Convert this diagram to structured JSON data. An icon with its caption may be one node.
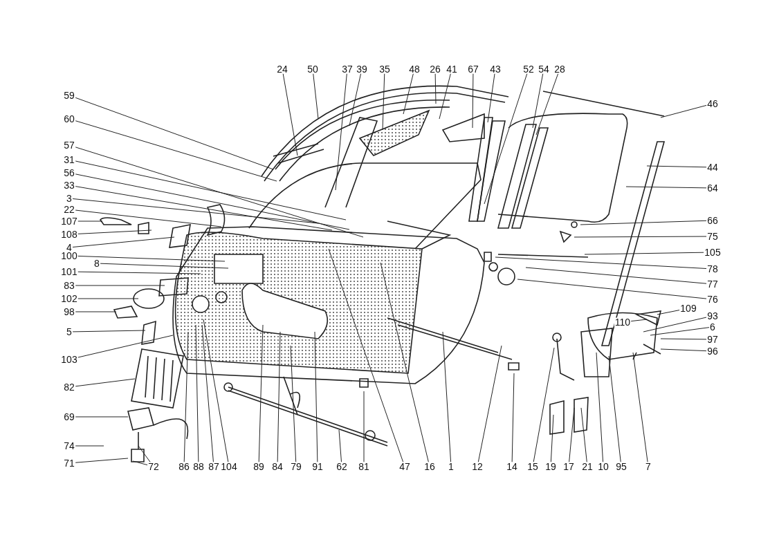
{
  "diagram": {
    "nodes": [
      {
        "text": [
          "24"
        ]
      },
      {
        "text": [
          "50"
        ]
      },
      {
        "text": [
          "37"
        ]
      },
      {
        "text": [
          "39"
        ]
      },
      {
        "text": [
          "35"
        ]
      },
      {
        "text": [
          "48"
        ]
      },
      {
        "text": [
          "26"
        ]
      },
      {
        "text": [
          "41"
        ]
      },
      {
        "text": [
          "67"
        ]
      },
      {
        "text": [
          "43"
        ]
      },
      {
        "text": [
          "52"
        ]
      },
      {
        "text": [
          "54"
        ]
      },
      {
        "text": [
          "28"
        ]
      },
      {
        "text": [
          "46"
        ]
      },
      {
        "text": [
          "59"
        ]
      },
      {
        "text": [
          "60"
        ]
      },
      {
        "text": [
          "57"
        ]
      },
      {
        "text": [
          "31"
        ]
      },
      {
        "text": [
          "56"
        ]
      },
      {
        "text": [
          "33"
        ]
      },
      {
        "text": [
          "3"
        ]
      },
      {
        "text": [
          "22"
        ]
      },
      {
        "text": [
          "107"
        ]
      },
      {
        "text": [
          "108"
        ]
      },
      {
        "text": [
          "4"
        ]
      },
      {
        "text": [
          "100"
        ]
      },
      {
        "text": [
          "8"
        ]
      },
      {
        "text": [
          "101"
        ]
      },
      {
        "text": [
          "83"
        ]
      },
      {
        "text": [
          "102"
        ]
      },
      {
        "text": [
          "98"
        ]
      },
      {
        "text": [
          "5"
        ]
      },
      {
        "text": [
          "103"
        ]
      },
      {
        "text": [
          "82"
        ]
      },
      {
        "text": [
          "69"
        ]
      },
      {
        "text": [
          "74"
        ]
      },
      {
        "text": [
          "71"
        ]
      },
      {
        "text": [
          "72"
        ]
      },
      {
        "text": [
          "86"
        ]
      },
      {
        "text": [
          "88"
        ]
      },
      {
        "text": [
          "87"
        ]
      },
      {
        "text": [
          "104"
        ]
      },
      {
        "text": [
          "89"
        ]
      },
      {
        "text": [
          "84"
        ]
      },
      {
        "text": [
          "79"
        ]
      },
      {
        "text": [
          "91"
        ]
      },
      {
        "text": [
          "62"
        ]
      },
      {
        "text": [
          "81"
        ]
      },
      {
        "text": [
          "47"
        ]
      },
      {
        "text": [
          "16"
        ]
      },
      {
        "text": [
          "1"
        ]
      },
      {
        "text": [
          "12"
        ]
      },
      {
        "text": [
          "14"
        ]
      },
      {
        "text": [
          "15"
        ]
      },
      {
        "text": [
          "19"
        ]
      },
      {
        "text": [
          "17"
        ]
      },
      {
        "text": [
          "21"
        ]
      },
      {
        "text": [
          "10"
        ]
      },
      {
        "text": [
          "95"
        ]
      },
      {
        "text": [
          "7"
        ]
      },
      {
        "text": [
          "44"
        ]
      },
      {
        "text": [
          "64"
        ]
      },
      {
        "text": [
          "66"
        ]
      },
      {
        "text": [
          "75"
        ]
      },
      {
        "text": [
          "105"
        ]
      },
      {
        "text": [
          "78"
        ]
      },
      {
        "text": [
          "77"
        ]
      },
      {
        "text": [
          "76"
        ]
      },
      {
        "text": [
          "109"
        ]
      },
      {
        "text": [
          "110"
        ]
      },
      {
        "text": [
          "93"
        ]
      },
      {
        "text": [
          "6"
        ]
      },
      {
        "text": [
          "97"
        ]
      },
      {
        "text": [
          "96"
        ]
      }
    ],
    "edges": [
      {
        "from": 0,
        "to": null,
        "arrow": "none"
      },
      {
        "from": 1,
        "to": null,
        "arrow": "none"
      },
      {
        "from": 2,
        "to": null,
        "arrow": "none"
      },
      {
        "from": 3,
        "to": null,
        "arrow": "none"
      },
      {
        "from": 4,
        "to": null,
        "arrow": "none"
      },
      {
        "from": 5,
        "to": null,
        "arrow": "none"
      },
      {
        "from": 6,
        "to": null,
        "arrow": "none"
      },
      {
        "from": 7,
        "to": null,
        "arrow": "none"
      },
      {
        "from": 8,
        "to": null,
        "arrow": "none"
      },
      {
        "from": 9,
        "to": null,
        "arrow": "none"
      },
      {
        "from": 10,
        "to": null,
        "arrow": "none"
      },
      {
        "from": 11,
        "to": null,
        "arrow": "none"
      },
      {
        "from": 12,
        "to": null,
        "arrow": "none"
      },
      {
        "from": 13,
        "to": null,
        "arrow": "none"
      },
      {
        "from": 14,
        "to": null,
        "arrow": "none"
      },
      {
        "from": 15,
        "to": null,
        "arrow": "none"
      },
      {
        "from": 16,
        "to": null,
        "arrow": "none"
      },
      {
        "from": 17,
        "to": null,
        "arrow": "none"
      },
      {
        "from": 18,
        "to": null,
        "arrow": "none"
      },
      {
        "from": 19,
        "to": null,
        "arrow": "none"
      },
      {
        "from": 20,
        "to": null,
        "arrow": "none"
      },
      {
        "from": 21,
        "to": null,
        "arrow": "none"
      },
      {
        "from": 22,
        "to": null,
        "arrow": "none"
      },
      {
        "from": 23,
        "to": null,
        "arrow": "none"
      },
      {
        "from": 24,
        "to": null,
        "arrow": "none"
      },
      {
        "from": 25,
        "to": null,
        "arrow": "none"
      },
      {
        "from": 26,
        "to": null,
        "arrow": "none"
      },
      {
        "from": 27,
        "to": null,
        "arrow": "none"
      },
      {
        "from": 28,
        "to": null,
        "arrow": "none"
      },
      {
        "from": 29,
        "to": null,
        "arrow": "none"
      },
      {
        "from": 30,
        "to": null,
        "arrow": "none"
      },
      {
        "from": 31,
        "to": null,
        "arrow": "none"
      },
      {
        "from": 32,
        "to": null,
        "arrow": "none"
      },
      {
        "from": 33,
        "to": null,
        "arrow": "none"
      },
      {
        "from": 34,
        "to": null,
        "arrow": "none"
      },
      {
        "from": 35,
        "to": null,
        "arrow": "none"
      },
      {
        "from": 36,
        "to": null,
        "arrow": "none"
      },
      {
        "from": 37,
        "to": null,
        "arrow": "none"
      },
      {
        "from": 37,
        "to": null,
        "arrow": "none"
      },
      {
        "from": 38,
        "to": null,
        "arrow": "none"
      },
      {
        "from": 39,
        "to": null,
        "arrow": "none"
      },
      {
        "from": 40,
        "to": null,
        "arrow": "none"
      },
      {
        "from": 41,
        "to": null,
        "arrow": "none"
      },
      {
        "from": 42,
        "to": null,
        "arrow": "none"
      },
      {
        "from": 43,
        "to": null,
        "arrow": "none"
      },
      {
        "from": 44,
        "to": null,
        "arrow": "none"
      },
      {
        "from": 45,
        "to": null,
        "arrow": "none"
      },
      {
        "from": 46,
        "to": null,
        "arrow": "none"
      },
      {
        "from": 47,
        "to": null,
        "arrow": "none"
      },
      {
        "from": 48,
        "to": null,
        "arrow": "none"
      },
      {
        "from": 49,
        "to": null,
        "arrow": "none"
      },
      {
        "from": 50,
        "to": null,
        "arrow": "none"
      },
      {
        "from": 51,
        "to": null,
        "arrow": "none"
      },
      {
        "from": 52,
        "to": null,
        "arrow": "none"
      },
      {
        "from": 53,
        "to": null,
        "arrow": "none"
      },
      {
        "from": 54,
        "to": null,
        "arrow": "none"
      },
      {
        "from": 55,
        "to": null,
        "arrow": "none"
      },
      {
        "from": 56,
        "to": null,
        "arrow": "none"
      },
      {
        "from": 57,
        "to": null,
        "arrow": "none"
      },
      {
        "from": 58,
        "to": null,
        "arrow": "none"
      },
      {
        "from": 59,
        "to": null,
        "arrow": "none"
      },
      {
        "from": 60,
        "to": null,
        "arrow": "none"
      },
      {
        "from": 61,
        "to": null,
        "arrow": "none"
      },
      {
        "from": 62,
        "to": null,
        "arrow": "none"
      },
      {
        "from": 63,
        "to": null,
        "arrow": "none"
      },
      {
        "from": 64,
        "to": null,
        "arrow": "none"
      },
      {
        "from": 65,
        "to": null,
        "arrow": "none"
      },
      {
        "from": 66,
        "to": null,
        "arrow": "none"
      },
      {
        "from": 67,
        "to": null,
        "arrow": "none"
      },
      {
        "from": 68,
        "to": null,
        "arrow": "none"
      },
      {
        "from": 69,
        "to": null,
        "arrow": "none"
      },
      {
        "from": 70,
        "to": null,
        "arrow": "none"
      },
      {
        "from": 71,
        "to": null,
        "arrow": "none"
      },
      {
        "from": 72,
        "to": null,
        "arrow": "none"
      },
      {
        "from": 73,
        "to": null,
        "arrow": "none"
      }
    ]
  }
}
